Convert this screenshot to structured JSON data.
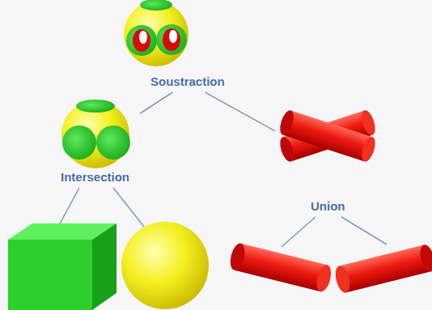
{
  "diagram": {
    "nodes": [
      {
        "text": [
          "Soustraction"
        ]
      },
      {
        "text": [
          "Intersection"
        ]
      },
      {
        "text": [
          "Union"
        ]
      }
    ],
    "edges": [
      {
        "from": 0,
        "to": 1,
        "arrow": "none"
      },
      {
        "from": 0,
        "to": 2,
        "arrow": "none"
      }
    ]
  }
}
